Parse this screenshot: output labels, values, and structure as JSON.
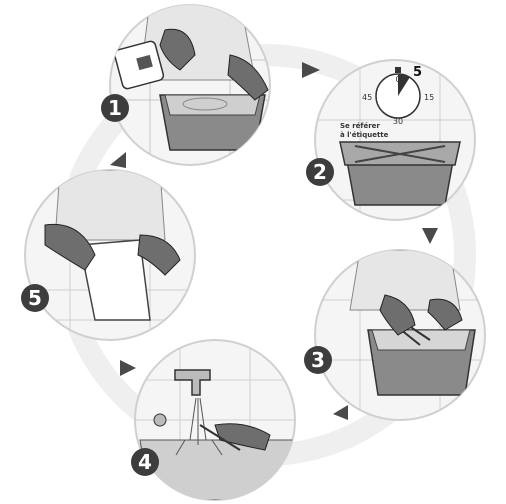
{
  "steps": [
    {
      "number": "1",
      "scene": "pouring-disinfectant"
    },
    {
      "number": "2",
      "scene": "covered-tray-with-timer"
    },
    {
      "number": "3",
      "scene": "tongs-in-tray"
    },
    {
      "number": "4",
      "scene": "rinsing-under-tap"
    },
    {
      "number": "5",
      "scene": "drying-with-cloth"
    }
  ],
  "timer": {
    "top": "0",
    "minutes": "5",
    "right": "15",
    "bottom": "30",
    "left": "45"
  },
  "label_note": {
    "line1": "Se référer",
    "line2": "à l'étiquette"
  },
  "colors": {
    "circle_border": "#d9d9d9",
    "circle_fill": "#f4f4f4",
    "badge": "#3d3d3d",
    "arrow": "#4a4a4a",
    "ring": "#ebebeb"
  }
}
